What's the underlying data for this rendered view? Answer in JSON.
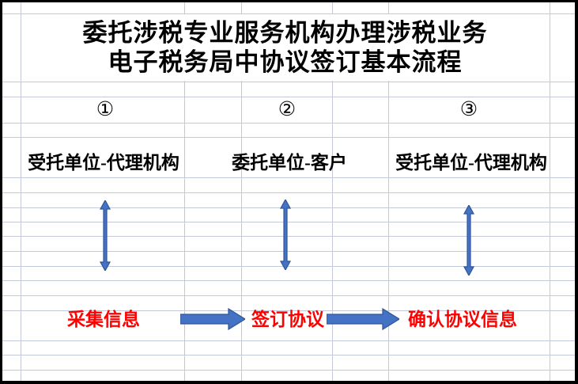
{
  "title": {
    "line1": "委托涉税专业服务机构办理涉税业务",
    "line2": "电子税务局中协议签订基本流程"
  },
  "steps": [
    {
      "number": "①",
      "party": "受托单位-代理机构",
      "action": "采集信息"
    },
    {
      "number": "②",
      "party": "委托单位-客户",
      "action": "签订协议"
    },
    {
      "number": "③",
      "party": "受托单位-代理机构",
      "action": "确认协议信息"
    }
  ],
  "colors": {
    "arrow_fill": "#4472C4",
    "arrow_stroke": "#2F5597",
    "action_text": "#FF0000",
    "title_text": "#000000",
    "gridline": "#C3C9D8",
    "outer_border": "#000000"
  }
}
